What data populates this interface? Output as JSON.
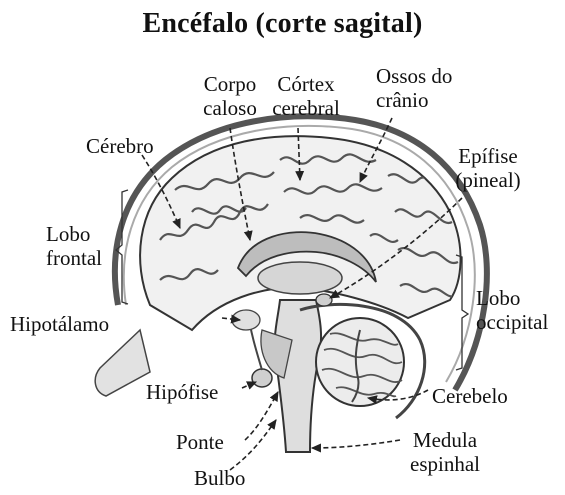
{
  "diagram": {
    "title": "Encéfalo (corte sagital)",
    "labels": {
      "corpo_caloso": [
        "Corpo",
        "caloso"
      ],
      "cortex_cerebral": [
        "Córtex",
        "cerebral"
      ],
      "ossos_cranio": [
        "Ossos do",
        "crânio"
      ],
      "cerebro": "Cérebro",
      "epifise": [
        "Epífise",
        "(pineal)"
      ],
      "lobo_frontal": [
        "Lobo",
        "frontal"
      ],
      "lobo_occipital": [
        "Lobo",
        "occipital"
      ],
      "hipotalamo": "Hipotálamo",
      "hipofise": "Hipófise",
      "cerebelo": "Cerebelo",
      "ponte": "Ponte",
      "medula": [
        "Medula",
        "espinhal"
      ],
      "bulbo": "Bulbo"
    }
  }
}
